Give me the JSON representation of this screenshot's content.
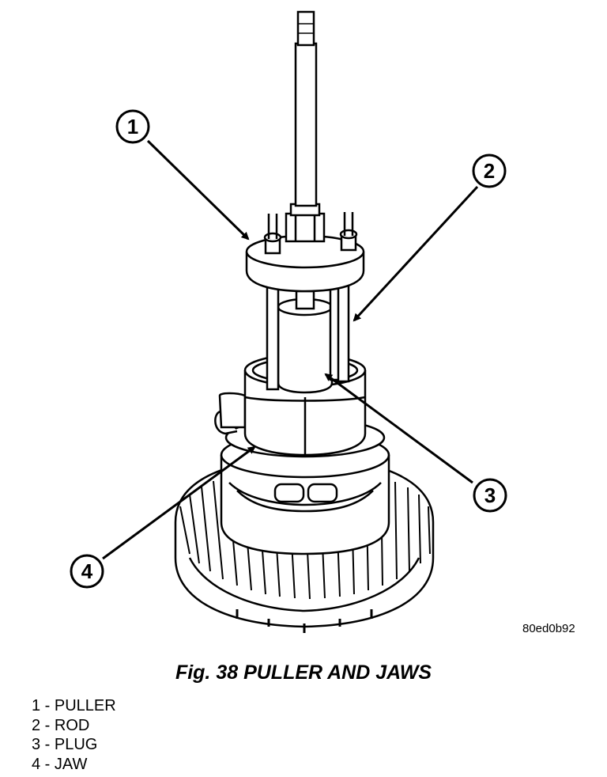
{
  "figure": {
    "image_code": "80ed0b92",
    "caption": "Fig. 38 PULLER AND JAWS",
    "callouts": [
      "1",
      "2",
      "3",
      "4"
    ],
    "legend": [
      "1 - PULLER",
      "2 - ROD",
      "3 - PLUG",
      "4 - JAW"
    ]
  }
}
